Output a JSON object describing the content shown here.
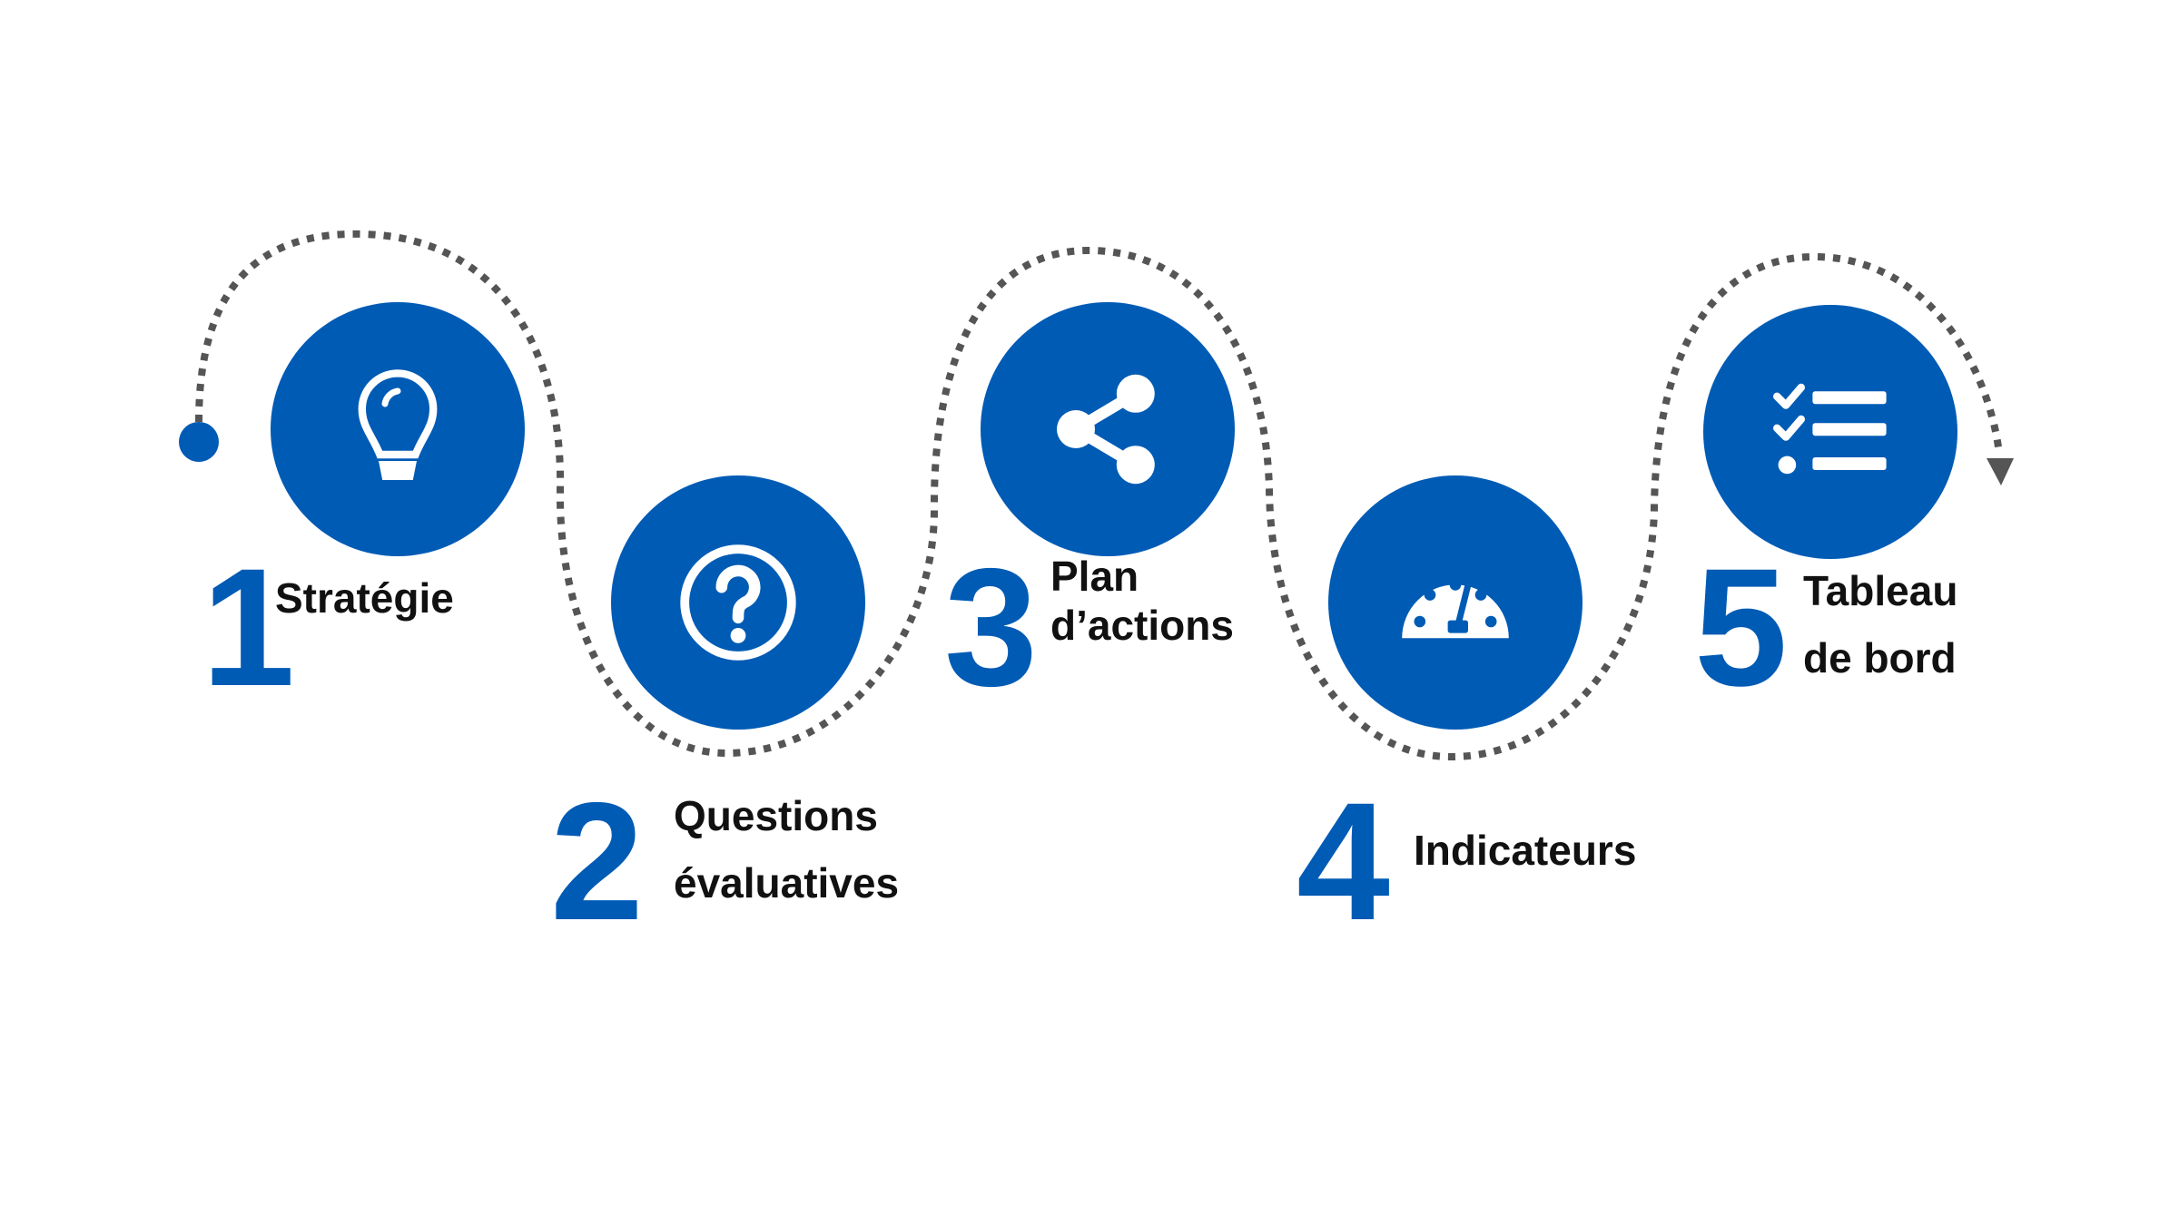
{
  "colors": {
    "accent": "#005bb5",
    "path": "#555555",
    "text": "#111111"
  },
  "steps": [
    {
      "number": "1",
      "lines": [
        "Stratégie"
      ],
      "icon": "lightbulb-icon"
    },
    {
      "number": "2",
      "lines": [
        "Questions",
        "évaluatives"
      ],
      "icon": "question-circle-icon"
    },
    {
      "number": "3",
      "lines": [
        "Plan",
        "d’actions"
      ],
      "icon": "share-icon"
    },
    {
      "number": "4",
      "lines": [
        "Indicateurs"
      ],
      "icon": "gauge-icon"
    },
    {
      "number": "5",
      "lines": [
        "Tableau",
        "de bord"
      ],
      "icon": "checklist-icon"
    }
  ]
}
